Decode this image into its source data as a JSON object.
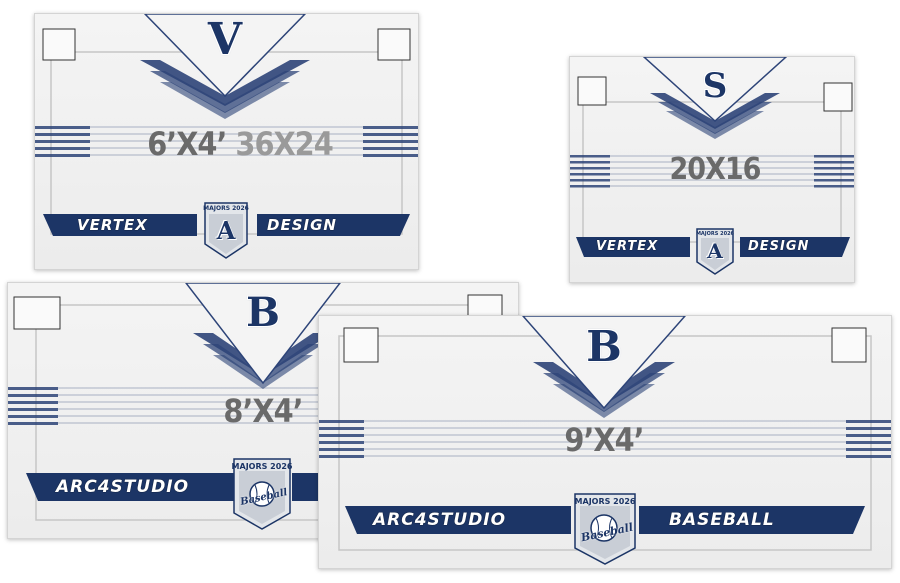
{
  "cards": [
    {
      "letter": "V",
      "size_main": "6’X4’",
      "size_alt": "36X24",
      "banner_left": "VERTEX",
      "banner_right": "DESIGN",
      "badge_title": "MAJORS 2026",
      "badge_letter": "A",
      "badge_script": ""
    },
    {
      "letter": "S",
      "size_main": "20X16",
      "size_alt": "",
      "banner_left": "VERTEX",
      "banner_right": "DESIGN",
      "badge_title": "MAJORS 2026",
      "badge_letter": "A",
      "badge_script": ""
    },
    {
      "letter": "B",
      "size_main": "8’X4’",
      "size_alt": "",
      "banner_left": "ARC4STUDIO",
      "banner_right": "",
      "badge_title": "MAJORS 2026",
      "badge_letter": "",
      "badge_script": "Baseball"
    },
    {
      "letter": "B",
      "size_main": "9’X4’",
      "size_alt": "",
      "banner_left": "ARC4STUDIO",
      "banner_right": "BASEBALL",
      "badge_title": "MAJORS 2026",
      "badge_letter": "",
      "badge_script": "Baseball"
    }
  ],
  "colors": {
    "navy": "#1c3566",
    "stripe": "#2d4478",
    "label": "#6a6a6a",
    "label_alt": "#9a9a9a"
  },
  "icons": [
    "photo-placeholder-icon",
    "shield-badge-icon",
    "baseball-icon"
  ]
}
